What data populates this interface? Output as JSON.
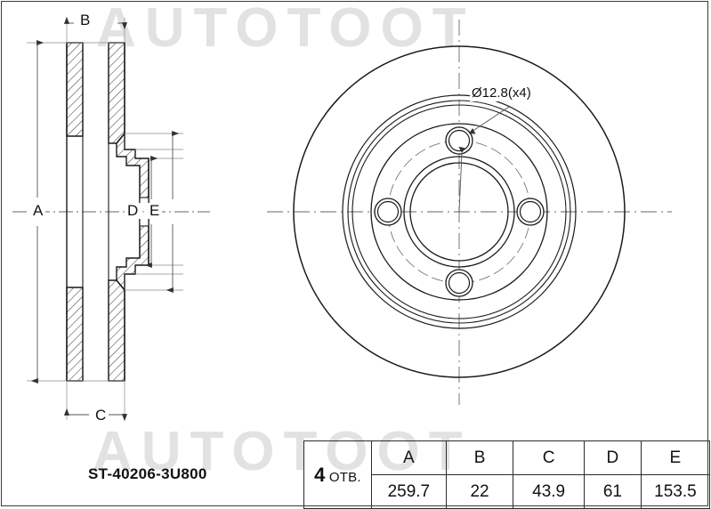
{
  "drawing": {
    "part_number": "ST-40206-3U800",
    "watermark_text": "AUTOTOOT",
    "callout": "Ø12.8(x4)",
    "dimension_labels": {
      "a": "A",
      "b": "B",
      "c": "C",
      "d": "D",
      "e": "E"
    },
    "views": {
      "section": "section-view",
      "face": "face-view"
    },
    "colors": {
      "line": "#1a1a1a",
      "thin_line": "#555555",
      "watermark": "#e2e2e2",
      "background": "#ffffff"
    }
  },
  "spec_table": {
    "hole_count_label": {
      "count": "4",
      "unit": "ОТВ."
    },
    "headers": [
      "A",
      "B",
      "C",
      "D",
      "E"
    ],
    "values": [
      "259.7",
      "22",
      "43.9",
      "61",
      "153.5"
    ]
  },
  "chart_data": {
    "type": "table",
    "title": "ST-40206-3U800",
    "categories": [
      "A",
      "B",
      "C",
      "D",
      "E"
    ],
    "values": [
      259.7,
      22,
      43.9,
      61,
      153.5
    ],
    "annotations": [
      "Ø12.8(x4)",
      "4 ОТВ."
    ],
    "xlabel": "",
    "ylabel": ""
  }
}
